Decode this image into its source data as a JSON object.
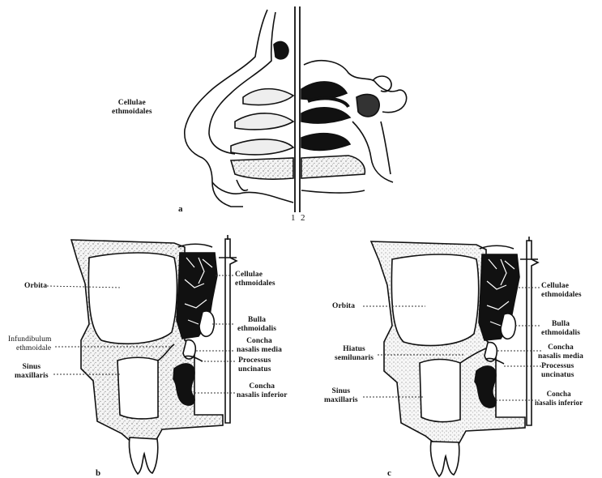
{
  "panels": {
    "a": {
      "letter": "a",
      "labels": {
        "cellulae": [
          "Cellulae",
          "ethmoidales"
        ],
        "line_1": "1",
        "line_2": "2"
      }
    },
    "b": {
      "letter": "b",
      "labels": {
        "orbita": "Orbita",
        "cellulae": [
          "Cellulae",
          "ethmoidales"
        ],
        "bulla": [
          "Bulla",
          "ethmoidalis"
        ],
        "infundibulum": [
          "Infundibulum",
          "ethmoidale"
        ],
        "concha_media": [
          "Concha",
          "nasalis media"
        ],
        "processus": [
          "Processus",
          "uncinatus"
        ],
        "sinus": [
          "Sinus",
          "maxillaris"
        ],
        "concha_inferior": [
          "Concha",
          "nasalis inferior"
        ]
      }
    },
    "c": {
      "letter": "c",
      "labels": {
        "orbita": "Orbita",
        "cellulae": [
          "Cellulae",
          "ethmoidales"
        ],
        "bulla": [
          "Bulla",
          "ethmoidalis"
        ],
        "hiatus": [
          "Hiatus",
          "semilunaris"
        ],
        "concha_media": [
          "Concha",
          "nasalis media"
        ],
        "processus": [
          "Processus",
          "uncinatus"
        ],
        "sinus": [
          "Sinus",
          "maxillaris"
        ],
        "concha_inferior": [
          "Concha",
          "nasalis inferior"
        ]
      }
    }
  }
}
